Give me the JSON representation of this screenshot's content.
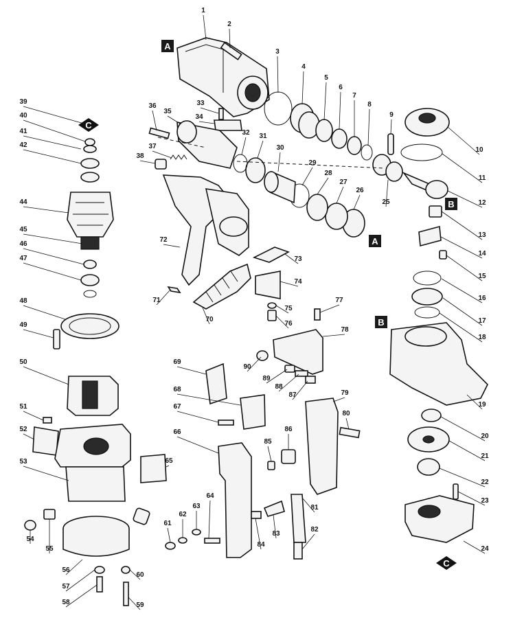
{
  "reference_tags": {
    "a": "A",
    "b": "B",
    "c": "C"
  },
  "callouts": [
    {
      "id": "1"
    },
    {
      "id": "2"
    },
    {
      "id": "3"
    },
    {
      "id": "4"
    },
    {
      "id": "5"
    },
    {
      "id": "6"
    },
    {
      "id": "7"
    },
    {
      "id": "8"
    },
    {
      "id": "9"
    },
    {
      "id": "10"
    },
    {
      "id": "11"
    },
    {
      "id": "12"
    },
    {
      "id": "13"
    },
    {
      "id": "14"
    },
    {
      "id": "15"
    },
    {
      "id": "16"
    },
    {
      "id": "17"
    },
    {
      "id": "18"
    },
    {
      "id": "19"
    },
    {
      "id": "20"
    },
    {
      "id": "21"
    },
    {
      "id": "22"
    },
    {
      "id": "23"
    },
    {
      "id": "24"
    },
    {
      "id": "25"
    },
    {
      "id": "26"
    },
    {
      "id": "27"
    },
    {
      "id": "28"
    },
    {
      "id": "29"
    },
    {
      "id": "30"
    },
    {
      "id": "31"
    },
    {
      "id": "32"
    },
    {
      "id": "33"
    },
    {
      "id": "34"
    },
    {
      "id": "35"
    },
    {
      "id": "36"
    },
    {
      "id": "37"
    },
    {
      "id": "38"
    },
    {
      "id": "39"
    },
    {
      "id": "40"
    },
    {
      "id": "41"
    },
    {
      "id": "42"
    },
    {
      "id": "44"
    },
    {
      "id": "45"
    },
    {
      "id": "46"
    },
    {
      "id": "47"
    },
    {
      "id": "48"
    },
    {
      "id": "49"
    },
    {
      "id": "50"
    },
    {
      "id": "51"
    },
    {
      "id": "52"
    },
    {
      "id": "53"
    },
    {
      "id": "54"
    },
    {
      "id": "55"
    },
    {
      "id": "56"
    },
    {
      "id": "57"
    },
    {
      "id": "58"
    },
    {
      "id": "59"
    },
    {
      "id": "60"
    },
    {
      "id": "61"
    },
    {
      "id": "62"
    },
    {
      "id": "63"
    },
    {
      "id": "64"
    },
    {
      "id": "65"
    },
    {
      "id": "66"
    },
    {
      "id": "67"
    },
    {
      "id": "68"
    },
    {
      "id": "69"
    },
    {
      "id": "70"
    },
    {
      "id": "71"
    },
    {
      "id": "72"
    },
    {
      "id": "73"
    },
    {
      "id": "74"
    },
    {
      "id": "75"
    },
    {
      "id": "76"
    },
    {
      "id": "77"
    },
    {
      "id": "78"
    },
    {
      "id": "79"
    },
    {
      "id": "80"
    },
    {
      "id": "81"
    },
    {
      "id": "82"
    },
    {
      "id": "83"
    },
    {
      "id": "84"
    },
    {
      "id": "85"
    },
    {
      "id": "86"
    },
    {
      "id": "87"
    },
    {
      "id": "88"
    },
    {
      "id": "89"
    },
    {
      "id": "90"
    }
  ]
}
